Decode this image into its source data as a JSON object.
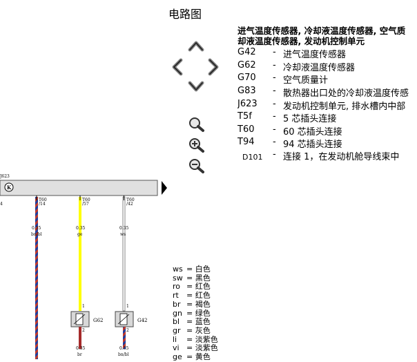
{
  "page": {
    "title": "电路图"
  },
  "legend": {
    "heading_line1": "进气温度传感器, 冷却液温度传感器, 空气质",
    "heading_line2": "却液温度传感器, 发动机控制单元",
    "rows": [
      {
        "code": "G42",
        "dash": "-",
        "desc": "进气温度传感器"
      },
      {
        "code": "G62",
        "dash": "-",
        "desc": "冷却液温度传感器"
      },
      {
        "code": "G70",
        "dash": "-",
        "desc": "空气质量计"
      },
      {
        "code": "G83",
        "dash": "-",
        "desc": "散热器出口处的冷却液温度传感"
      },
      {
        "code": "J623",
        "dash": "-",
        "desc": "发动机控制单元, 排水槽内中部"
      },
      {
        "code": "T5f",
        "dash": "-",
        "desc": "5 芯插头连接"
      },
      {
        "code": "T60",
        "dash": "-",
        "desc": "60 芯插头连接"
      },
      {
        "code": "T94",
        "dash": "-",
        "desc": "94 芯插头连接"
      },
      {
        "code": "D101",
        "dash": "-",
        "desc": "连接 1，在发动机舱导线束中"
      }
    ]
  },
  "wire_colors": [
    {
      "abbr": "ws",
      "eq": "=",
      "name": "白色"
    },
    {
      "abbr": "sw",
      "eq": "=",
      "name": "黑色"
    },
    {
      "abbr": "ro",
      "eq": "=",
      "name": "红色"
    },
    {
      "abbr": "rt",
      "eq": "=",
      "name": "红色"
    },
    {
      "abbr": "br",
      "eq": "=",
      "name": "褐色"
    },
    {
      "abbr": "gn",
      "eq": "=",
      "name": "绿色"
    },
    {
      "abbr": "bl",
      "eq": "=",
      "name": "蓝色"
    },
    {
      "abbr": "gr",
      "eq": "=",
      "name": "灰色"
    },
    {
      "abbr": "li",
      "eq": "=",
      "name": "淡紫色"
    },
    {
      "abbr": "vi",
      "eq": "=",
      "name": "淡紫色"
    },
    {
      "abbr": "ge",
      "eq": "=",
      "name": "黄色"
    }
  ],
  "diagram": {
    "unit_label": "J623",
    "unit_badge": "K",
    "left_pin": "4",
    "wires": [
      {
        "connector": "T60",
        "pin": "/14",
        "gauge": "0.35",
        "color": "bn/bl"
      },
      {
        "connector": "T60",
        "pin": "/57",
        "gauge": "0.35",
        "color": "ge"
      },
      {
        "connector": "T60",
        "pin": "/42",
        "gauge": "0.35",
        "color": "ws"
      }
    ],
    "sensors": [
      {
        "label": "G62",
        "pin_top": "1",
        "pin_bottom": "2",
        "gauge": "0.35",
        "color": "br"
      },
      {
        "label": "G42",
        "pin_top": "1",
        "pin_bottom": "2",
        "gauge": "0.35",
        "color": "bn/bl"
      }
    ],
    "wire_colors_hex": {
      "bn_bl_a": "#1f3f9e",
      "bn_bl_b": "#c0392b",
      "ge": "#ffff00",
      "ws": "#ffffff",
      "br": "#a52a2a"
    }
  },
  "icons": {
    "pan_up": "chevron-up-icon",
    "pan_left": "chevron-left-icon",
    "pan_right": "chevron-right-icon",
    "pan_down": "chevron-down-icon",
    "zoom_fit": "zoom-fit-icon",
    "zoom_in": "zoom-in-icon",
    "zoom_out": "zoom-out-icon"
  }
}
